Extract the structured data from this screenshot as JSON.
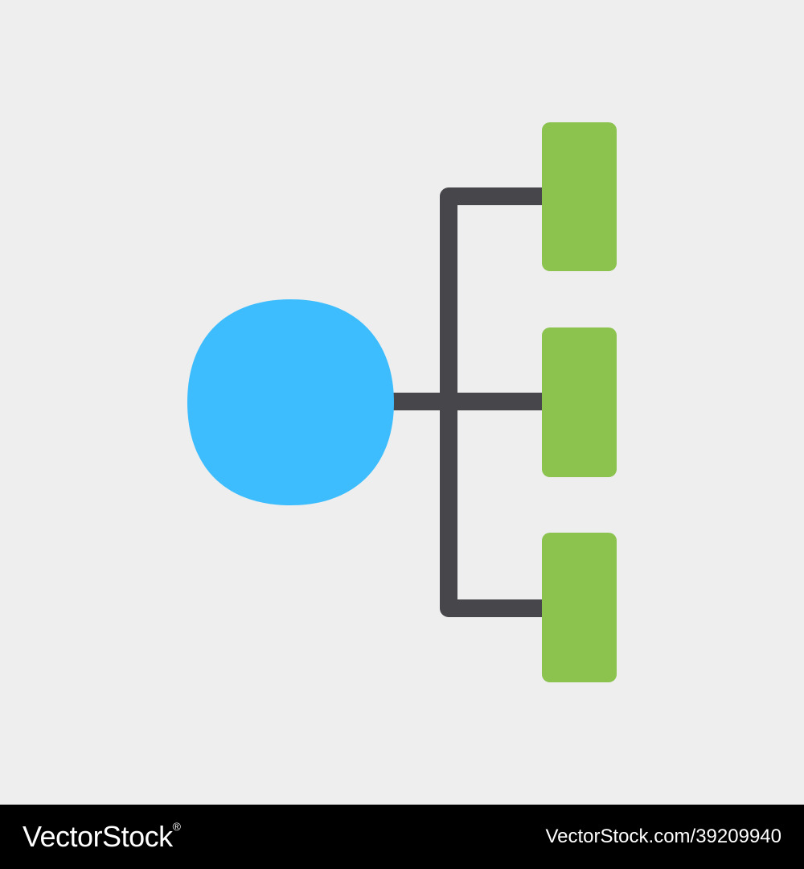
{
  "diagram": {
    "root_node_color": "#3dbdfe",
    "child_node_color": "#8bc34e",
    "connector_color": "#46464b",
    "background_color": "#eeeeee",
    "child_count": 3
  },
  "footer": {
    "brand": "VectorStock",
    "registered_mark": "®",
    "image_id": "VectorStock.com/39209940"
  }
}
